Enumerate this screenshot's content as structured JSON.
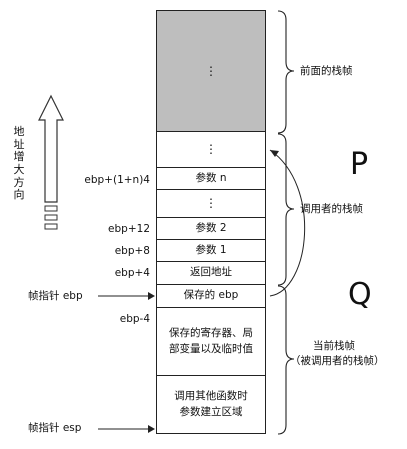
{
  "left_direction_label": "地址增大方向",
  "stack": {
    "cells": [
      {
        "id": "prev-frame-dots",
        "text": "⋮"
      },
      {
        "id": "dots-top",
        "text": "⋮"
      },
      {
        "id": "param-n",
        "text": "参数 n"
      },
      {
        "id": "dots-mid",
        "text": "⋮"
      },
      {
        "id": "param-2",
        "text": "参数 2"
      },
      {
        "id": "param-1",
        "text": "参数 1"
      },
      {
        "id": "return-address",
        "text": "返回地址"
      },
      {
        "id": "saved-ebp",
        "text": "保存的 ebp"
      },
      {
        "id": "saved-registers",
        "lines": [
          "保存的寄存器、局",
          "部变量以及临时值"
        ]
      },
      {
        "id": "args-build-area",
        "lines": [
          "调用其他函数时",
          "参数建立区域"
        ]
      }
    ]
  },
  "offsets": {
    "ebp_1n_4": "ebp+(1+n)4",
    "ebp_12": "ebp+12",
    "ebp_8": "ebp+8",
    "ebp_4": "ebp+4",
    "ebp_minus_4": "ebp-4"
  },
  "pointers": {
    "frame_pointer": "帧指针 ebp",
    "stack_pointer": "帧指针 esp"
  },
  "braces": {
    "previous": "前面的栈帧",
    "caller": "调用者的栈帧",
    "current_line1": "当前栈帧",
    "current_line2": "（被调用者的栈帧）"
  },
  "annotations": {
    "p": "P",
    "q": "Q"
  }
}
